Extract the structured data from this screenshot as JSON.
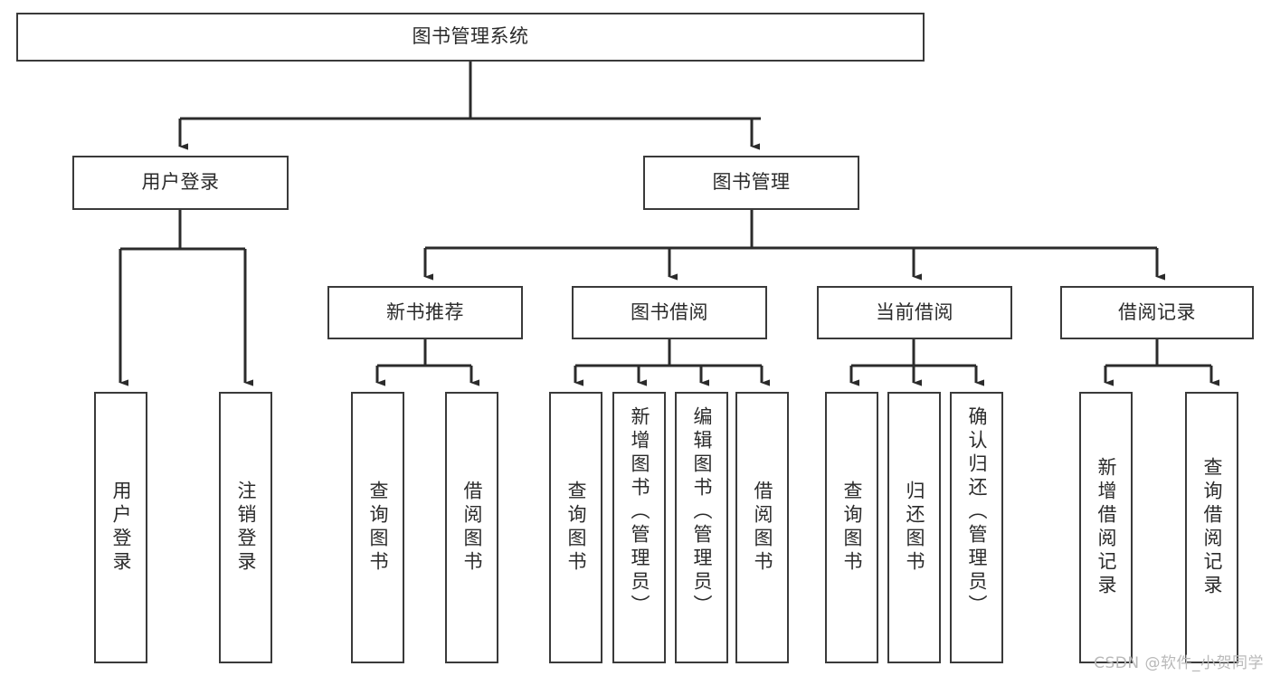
{
  "diagram": {
    "type": "tree-hierarchy",
    "title": "图书管理系统",
    "watermark": "CSDN @软件_小贺同学",
    "colors": {
      "box_border": "#3a3a3a",
      "box_fill": "#ffffff",
      "edge": "#2b2b2b",
      "text": "#2b2b2b",
      "watermark": "#b9b9b9",
      "background": "#ffffff"
    },
    "nodes": {
      "root": {
        "label": "图书管理系统"
      },
      "level2": [
        {
          "id": "user-login",
          "label": "用户登录"
        },
        {
          "id": "book-manage",
          "label": "图书管理"
        }
      ],
      "level3": [
        {
          "id": "new-book-recommend",
          "label": "新书推荐"
        },
        {
          "id": "book-borrow",
          "label": "图书借阅"
        },
        {
          "id": "current-borrow",
          "label": "当前借阅"
        },
        {
          "id": "borrow-record",
          "label": "借阅记录"
        }
      ],
      "leaves": {
        "user_login": [
          {
            "id": "leaf-user-login",
            "label": "用户登录"
          },
          {
            "id": "leaf-logout-login",
            "label": "注销登录"
          }
        ],
        "new_book_recommend": [
          {
            "id": "leaf-query-book-1",
            "label": "查询图书"
          },
          {
            "id": "leaf-borrow-book-1",
            "label": "借阅图书"
          }
        ],
        "book_borrow": [
          {
            "id": "leaf-query-book-2",
            "label": "查询图书"
          },
          {
            "id": "leaf-add-book",
            "label": "新增图书（管理员）"
          },
          {
            "id": "leaf-edit-book",
            "label": "编辑图书（管理员）"
          },
          {
            "id": "leaf-borrow-book-2",
            "label": "借阅图书"
          }
        ],
        "current_borrow": [
          {
            "id": "leaf-query-book-3",
            "label": "查询图书"
          },
          {
            "id": "leaf-return-book",
            "label": "归还图书"
          },
          {
            "id": "leaf-confirm-return",
            "label": "确认归还（管理员）"
          }
        ],
        "borrow_record": [
          {
            "id": "leaf-add-record",
            "label": "新增借阅记录"
          },
          {
            "id": "leaf-query-record",
            "label": "查询借阅记录"
          }
        ]
      }
    }
  }
}
